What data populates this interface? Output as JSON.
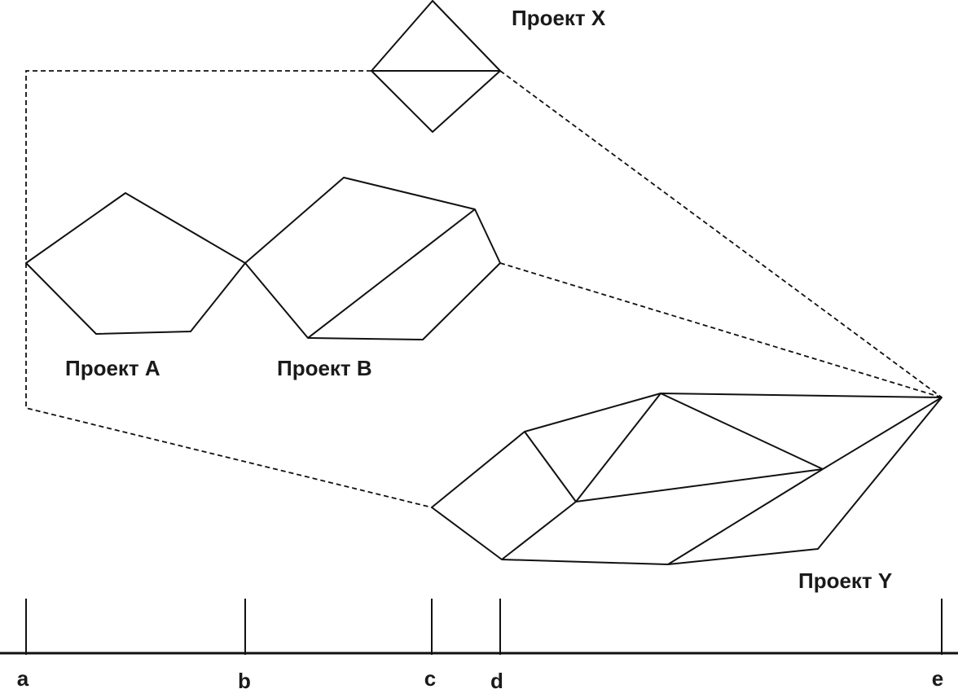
{
  "projects": {
    "x": "Проект X",
    "a": "Проект A",
    "b": "Проект B",
    "y": "Проект Y"
  },
  "axis": {
    "labels": [
      "a",
      "b",
      "c",
      "d",
      "e"
    ]
  }
}
